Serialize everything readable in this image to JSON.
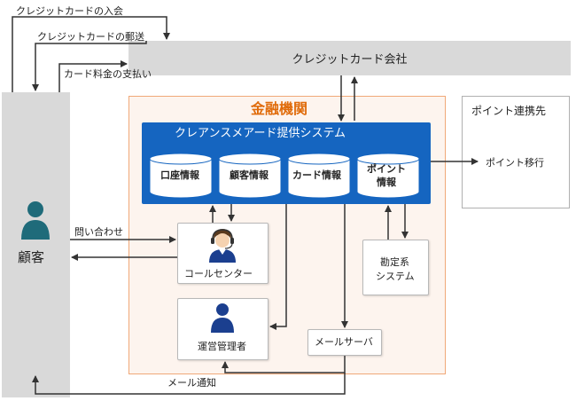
{
  "labels": {
    "card_payment_in": "クレジットカードの入会",
    "card_mailing": "クレジットカードの郵送",
    "card_fee_payment": "カード料金の支払い",
    "card_company": "クレジットカード会社",
    "financial_institution": "金融機関",
    "point_partner": "ポイント連携先",
    "point_transfer": "ポイント移行",
    "system_title": "クレアンスメアード提供システム",
    "db_account": "口座情報",
    "db_customer": "顧客情報",
    "db_card": "カード情報",
    "db_point_line1": "ポイント",
    "db_point_line2": "情報",
    "inquiry": "問い合わせ",
    "customer": "顧客",
    "call_center": "コールセンター",
    "accounting_line1": "勘定系",
    "accounting_line2": "システム",
    "operations_manager": "運営管理者",
    "mail_server": "メールサーバ",
    "mail_notification": "メール通知"
  },
  "colors": {
    "gray_box": "#d9d9d9",
    "orange_border": "#f0a878",
    "orange_fill": "#fdf4ee",
    "orange_title": "#e06b0a",
    "blue_system": "#1565c0",
    "person_teal": "#1f6b7a",
    "person_navy": "#1b3f8f",
    "arrow": "#333333"
  },
  "icons": {
    "customer": "person-icon",
    "call_center": "headset-operator-icon",
    "operations_manager": "person-icon"
  }
}
